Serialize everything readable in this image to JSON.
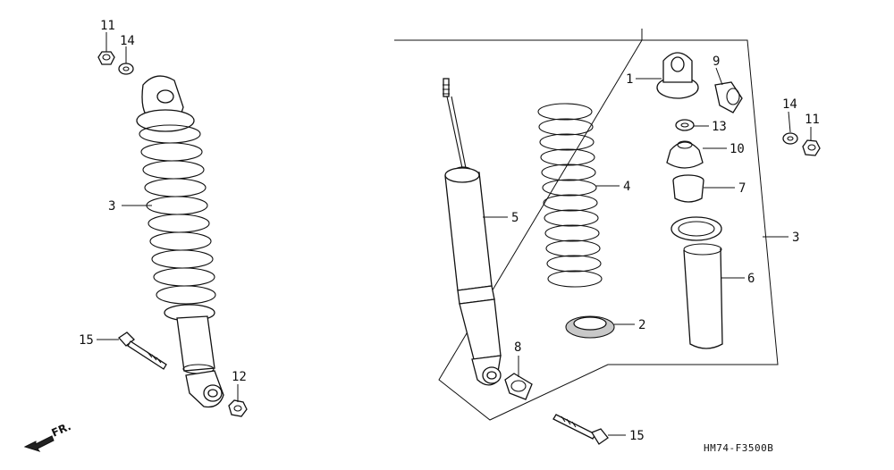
{
  "labels": {
    "l11a": "11",
    "l14a": "14",
    "l3a": "3",
    "l15a": "15",
    "l12": "12",
    "l1": "1",
    "l9": "9",
    "l13": "13",
    "l10": "10",
    "l7": "7",
    "l5": "5",
    "l4": "4",
    "l6": "6",
    "l2": "2",
    "l8": "8",
    "l14b": "14",
    "l11b": "11",
    "l3b": "3",
    "l15b": "15"
  },
  "fr_label": "FR.",
  "diagram_code": "HM74-F3500B"
}
